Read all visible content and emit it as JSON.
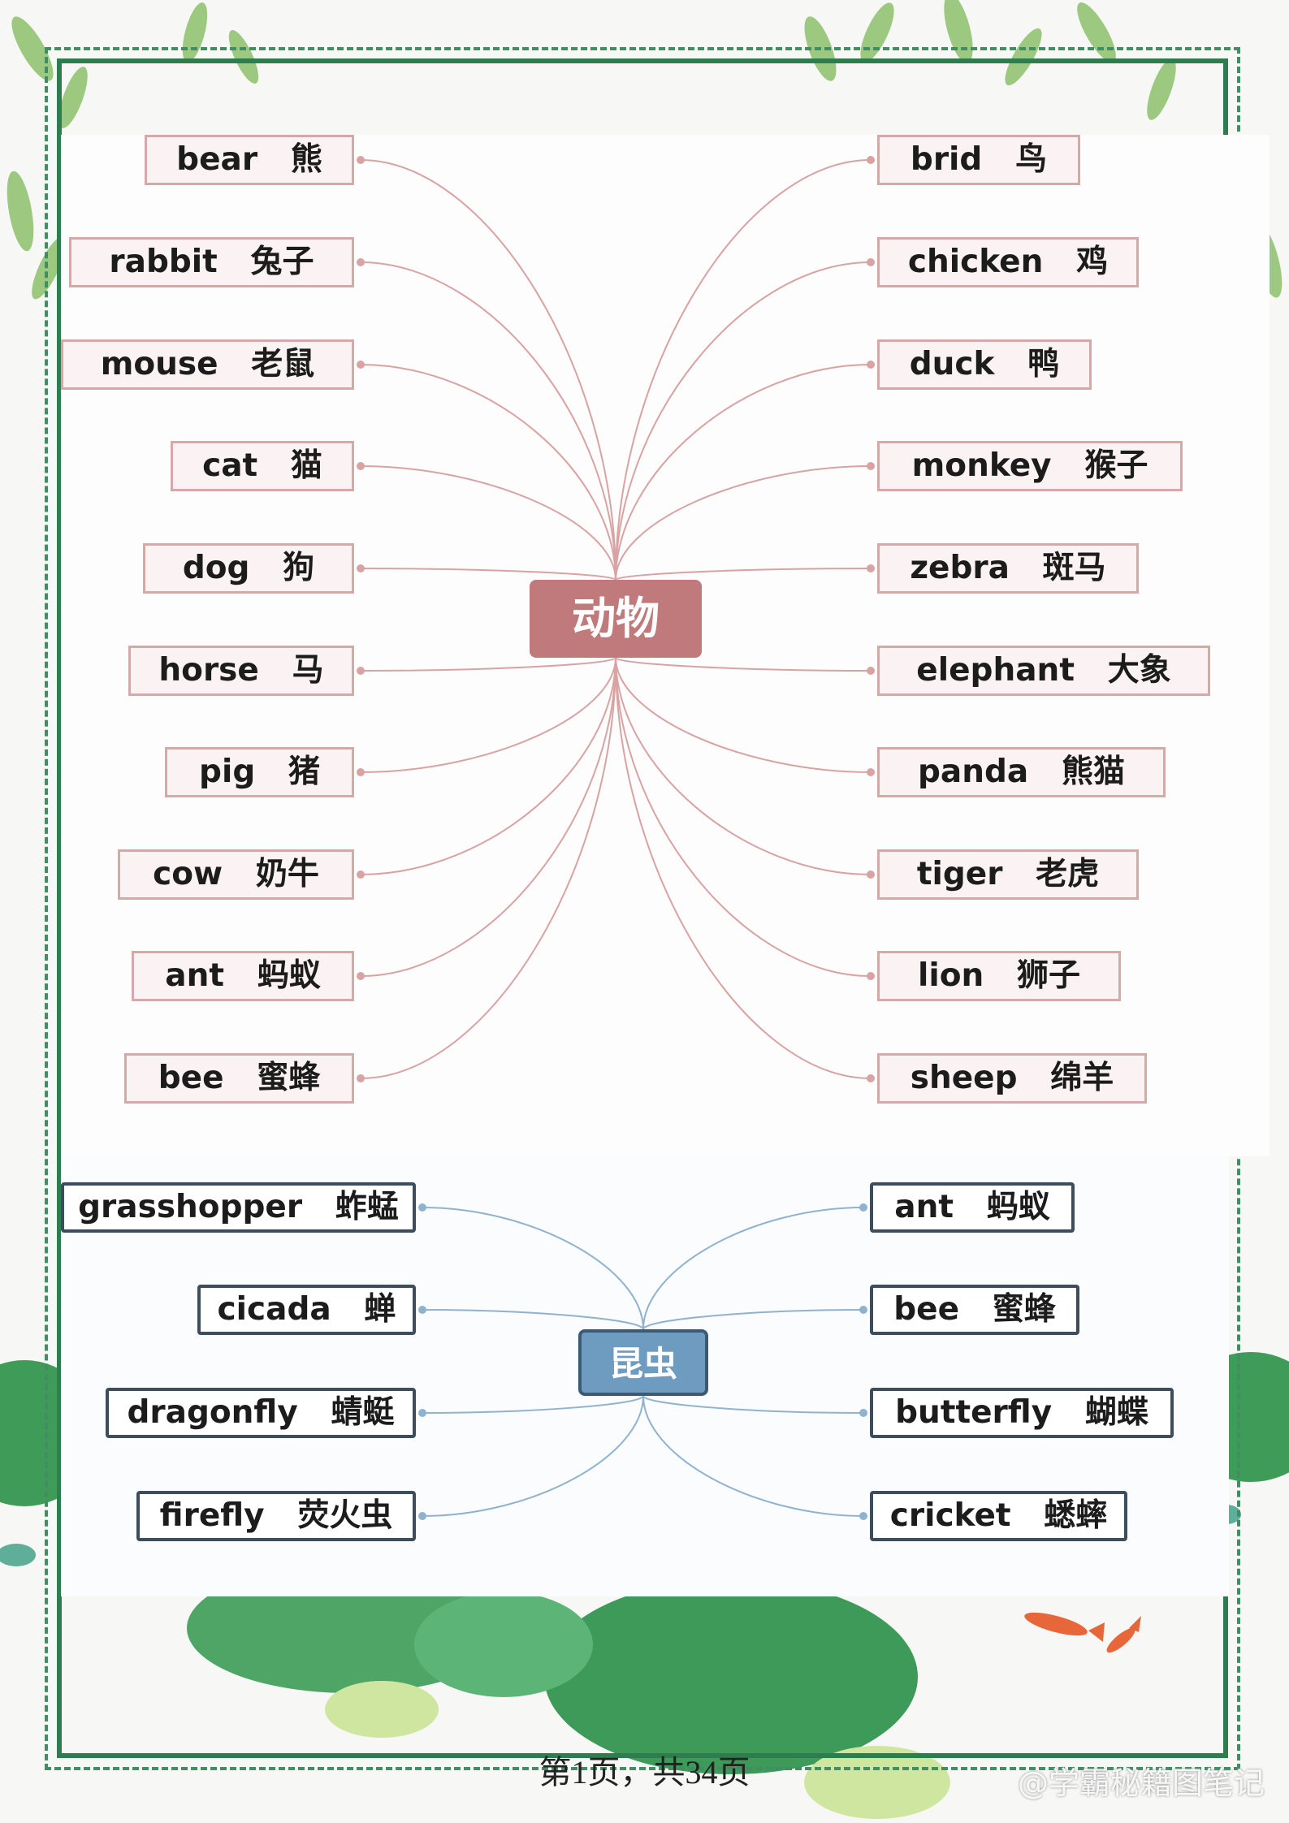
{
  "animals": {
    "hub": "动物",
    "left": [
      "bear   熊",
      "rabbit   兔子",
      "mouse   老鼠",
      "cat   猫",
      "dog   狗",
      "horse   马",
      "pig   猪",
      "cow   奶牛",
      "ant   蚂蚁",
      "bee   蜜蜂"
    ],
    "right": [
      "brid   鸟",
      "chicken   鸡",
      "duck   鸭",
      "monkey   猴子",
      "zebra   斑马",
      "elephant   大象",
      "panda   熊猫",
      "tiger   老虎",
      "lion   狮子",
      "sheep   绵羊"
    ]
  },
  "insects": {
    "hub": "昆虫",
    "left": [
      "grasshopper   蚱蜢",
      "cicada   蝉",
      "dragonfly   蜻蜓",
      "firefly   荧火虫"
    ],
    "right": [
      "ant   蚂蚁",
      "bee   蜜蜂",
      "butterfly   蝴蝶",
      "cricket   蟋蟀"
    ]
  },
  "footer": "第1页，共34页",
  "watermark": "@学霸秘籍图笔记",
  "colors": {
    "animal_link": "#d9a2a3",
    "insect_link": "#8fb3cf",
    "frame": "#2f7d4f"
  },
  "icons": [
    "willow-leaves-decoration",
    "lotus-leaves-decoration",
    "koi-fish-decoration"
  ]
}
